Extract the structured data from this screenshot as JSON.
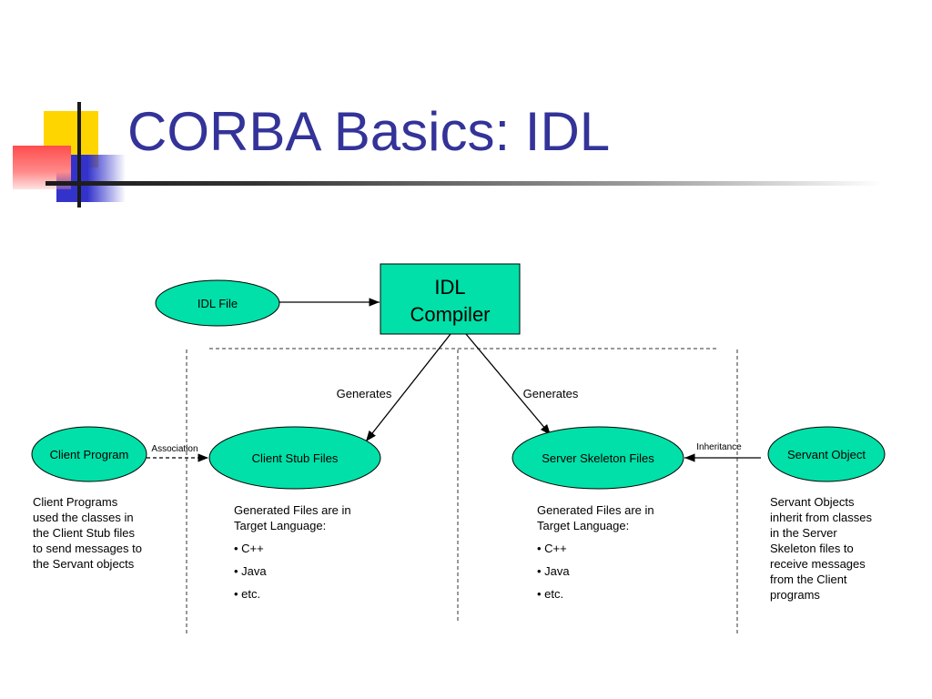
{
  "title": "CORBA Basics: IDL",
  "diagram": {
    "nodes": {
      "idl_file": "IDL File",
      "idl_compiler_line1": "IDL",
      "idl_compiler_line2": "Compiler",
      "client_program": "Client Program",
      "client_stub": "Client Stub Files",
      "server_skeleton": "Server Skeleton Files",
      "servant_object": "Servant Object"
    },
    "edges": {
      "generates_left": "Generates",
      "generates_right": "Generates",
      "association": "Association",
      "inheritance": "Inheritance"
    }
  },
  "notes": {
    "client": [
      "Client Programs",
      "used the classes in",
      "the Client Stub files",
      "to send messages to",
      "the Servant objects"
    ],
    "stub": {
      "intro": [
        "Generated Files are in",
        "Target Language:"
      ],
      "items": [
        "• C++",
        "• Java",
        "• etc."
      ]
    },
    "skeleton": {
      "intro": [
        "Generated Files are in",
        "Target Language:"
      ],
      "items": [
        "• C++",
        "• Java",
        "• etc."
      ]
    },
    "servant": [
      "Servant Objects",
      "inherit from classes",
      "in the Server",
      "Skeleton files to",
      "receive messages",
      "from the Client",
      "programs"
    ]
  },
  "colors": {
    "title": "#333399",
    "node_fill": "#00e0a8"
  }
}
